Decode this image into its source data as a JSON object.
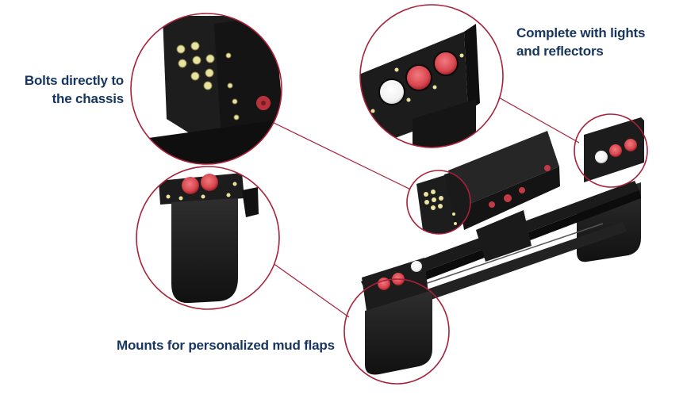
{
  "captions": {
    "bolts": {
      "line1": "Bolts directly to",
      "line2": "the chassis"
    },
    "lights": {
      "line1": "Complete with lights",
      "line2": "and reflectors"
    },
    "mudflaps": {
      "text": "Mounts for personalized mud flaps"
    }
  },
  "colors": {
    "callout_ring": "#a8203a",
    "caption_text": "#16355f",
    "steel": "#1a1a1a",
    "light_red": "#d9464e",
    "reflector_white": "#f4f4f4",
    "bolt_yellow": "#e9e3a0"
  }
}
